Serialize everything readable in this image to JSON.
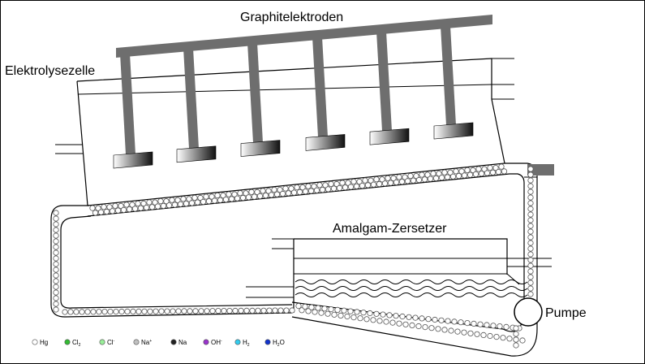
{
  "labels": {
    "electrodes": "Graphitelektroden",
    "cell": "Elektrolysezelle",
    "decomposer": "Amalgam-Zersetzer",
    "pump": "Pumpe"
  },
  "legend": [
    {
      "key": "hg",
      "text": "Hg",
      "sub": "",
      "sup": "",
      "color": "#ffffff"
    },
    {
      "key": "cl2",
      "text": "Cl",
      "sub": "2",
      "sup": "",
      "color": "#33bb33"
    },
    {
      "key": "clm",
      "text": "Cl",
      "sub": "",
      "sup": "-",
      "color": "#99ee99"
    },
    {
      "key": "nap",
      "text": "Na",
      "sub": "",
      "sup": "+",
      "color": "#c0c0c0"
    },
    {
      "key": "na",
      "text": "Na",
      "sub": "",
      "sup": "",
      "color": "#222222"
    },
    {
      "key": "ohm",
      "text": "OH",
      "sub": "",
      "sup": "-",
      "color": "#9933cc"
    },
    {
      "key": "h2",
      "text": "H",
      "sub": "2",
      "sup": "",
      "color": "#33ccee"
    },
    {
      "key": "h2o",
      "text": "H",
      "sub": "2",
      "sup": "O",
      "color": "#1133cc"
    }
  ],
  "colors": {
    "electrode": "#6e6e6e",
    "mercury_dot_stroke": "#555555"
  }
}
